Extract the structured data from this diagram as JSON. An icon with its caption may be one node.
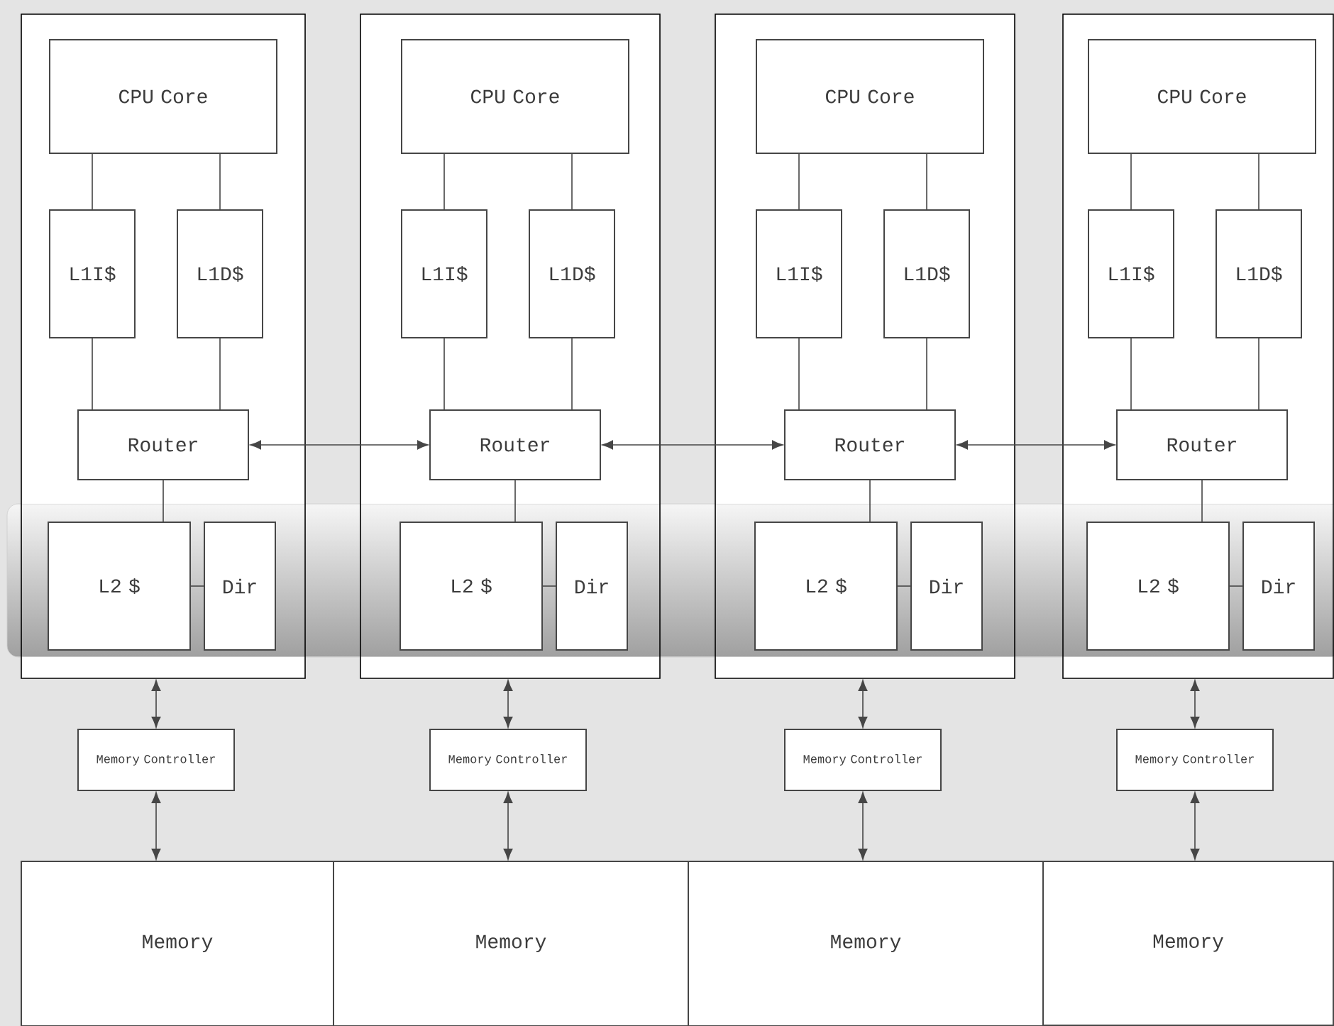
{
  "diagram": {
    "nodes": [
      {
        "text": [],
        "shape": "box"
      },
      {
        "text": [
          "CPU Core"
        ],
        "in": 0
      },
      {
        "text": [
          "L1I$"
        ],
        "in": 0
      },
      {
        "text": [
          "L1D$"
        ],
        "in": 0
      },
      {
        "text": [
          "Router"
        ],
        "in": 0
      },
      {
        "text": [
          "L2   $"
        ],
        "in": 0
      },
      {
        "text": [
          "Dir"
        ],
        "in": 0
      },
      {
        "text": [
          "Memory Controller"
        ]
      },
      {
        "text": [
          "Memory"
        ]
      },
      {
        "text": [],
        "shape": "box"
      },
      {
        "text": [
          "CPU Core"
        ],
        "in": 9
      },
      {
        "text": [
          "L1I$"
        ],
        "in": 9
      },
      {
        "text": [
          "L1D$"
        ],
        "in": 9
      },
      {
        "text": [
          "Router"
        ],
        "in": 9
      },
      {
        "text": [
          "L2   $"
        ],
        "in": 9
      },
      {
        "text": [
          "Dir"
        ],
        "in": 9
      },
      {
        "text": [
          "Memory Controller"
        ]
      },
      {
        "text": [
          "Memory"
        ]
      },
      {
        "text": [],
        "shape": "box"
      },
      {
        "text": [
          "CPU Core"
        ],
        "in": 18
      },
      {
        "text": [
          "L1I$"
        ],
        "in": 18
      },
      {
        "text": [
          "L1D$"
        ],
        "in": 18
      },
      {
        "text": [
          "Router"
        ],
        "in": 18
      },
      {
        "text": [
          "L2   $"
        ],
        "in": 18
      },
      {
        "text": [
          "Dir"
        ],
        "in": 18
      },
      {
        "text": [
          "Memory Controller"
        ]
      },
      {
        "text": [
          "Memory"
        ]
      },
      {
        "text": [],
        "shape": "box"
      },
      {
        "text": [
          "CPU Core"
        ],
        "in": 27
      },
      {
        "text": [
          "L1I$"
        ],
        "in": 27
      },
      {
        "text": [
          "L1D$"
        ],
        "in": 27
      },
      {
        "text": [
          "Router"
        ],
        "in": 27
      },
      {
        "text": [
          "L2   $"
        ],
        "in": 27
      },
      {
        "text": [
          "Dir"
        ],
        "in": 27
      },
      {
        "text": [
          "Memory Controller"
        ]
      },
      {
        "text": [
          "Memory"
        ]
      }
    ],
    "edges": [
      {
        "from": 1,
        "to": 2,
        "arrow": "none"
      },
      {
        "from": 1,
        "to": 3,
        "arrow": "none"
      },
      {
        "from": 2,
        "to": 4,
        "arrow": "none"
      },
      {
        "from": 3,
        "to": 4,
        "arrow": "none"
      },
      {
        "from": 4,
        "to": 5,
        "arrow": "none"
      },
      {
        "from": 5,
        "to": 6,
        "arrow": "none"
      },
      {
        "from": 0,
        "to": 7,
        "arrow": "both"
      },
      {
        "from": 7,
        "to": 8,
        "arrow": "both"
      },
      {
        "from": 10,
        "to": 11,
        "arrow": "none"
      },
      {
        "from": 10,
        "to": 12,
        "arrow": "none"
      },
      {
        "from": 11,
        "to": 13,
        "arrow": "none"
      },
      {
        "from": 12,
        "to": 13,
        "arrow": "none"
      },
      {
        "from": 13,
        "to": 14,
        "arrow": "none"
      },
      {
        "from": 14,
        "to": 15,
        "arrow": "none"
      },
      {
        "from": 9,
        "to": 16,
        "arrow": "both"
      },
      {
        "from": 16,
        "to": 17,
        "arrow": "both"
      },
      {
        "from": 19,
        "to": 20,
        "arrow": "none"
      },
      {
        "from": 19,
        "to": 21,
        "arrow": "none"
      },
      {
        "from": 20,
        "to": 22,
        "arrow": "none"
      },
      {
        "from": 21,
        "to": 22,
        "arrow": "none"
      },
      {
        "from": 22,
        "to": 23,
        "arrow": "none"
      },
      {
        "from": 23,
        "to": 24,
        "arrow": "none"
      },
      {
        "from": 18,
        "to": 25,
        "arrow": "both"
      },
      {
        "from": 25,
        "to": 26,
        "arrow": "both"
      },
      {
        "from": 28,
        "to": 29,
        "arrow": "none"
      },
      {
        "from": 28,
        "to": 30,
        "arrow": "none"
      },
      {
        "from": 29,
        "to": 31,
        "arrow": "none"
      },
      {
        "from": 30,
        "to": 31,
        "arrow": "none"
      },
      {
        "from": 31,
        "to": 32,
        "arrow": "none"
      },
      {
        "from": 32,
        "to": 33,
        "arrow": "none"
      },
      {
        "from": 27,
        "to": 34,
        "arrow": "both"
      },
      {
        "from": 34,
        "to": 35,
        "arrow": "both"
      },
      {
        "from": 4,
        "to": 13,
        "arrow": "both"
      },
      {
        "from": 13,
        "to": 22,
        "arrow": "both"
      },
      {
        "from": 22,
        "to": 31,
        "arrow": "both"
      }
    ]
  }
}
